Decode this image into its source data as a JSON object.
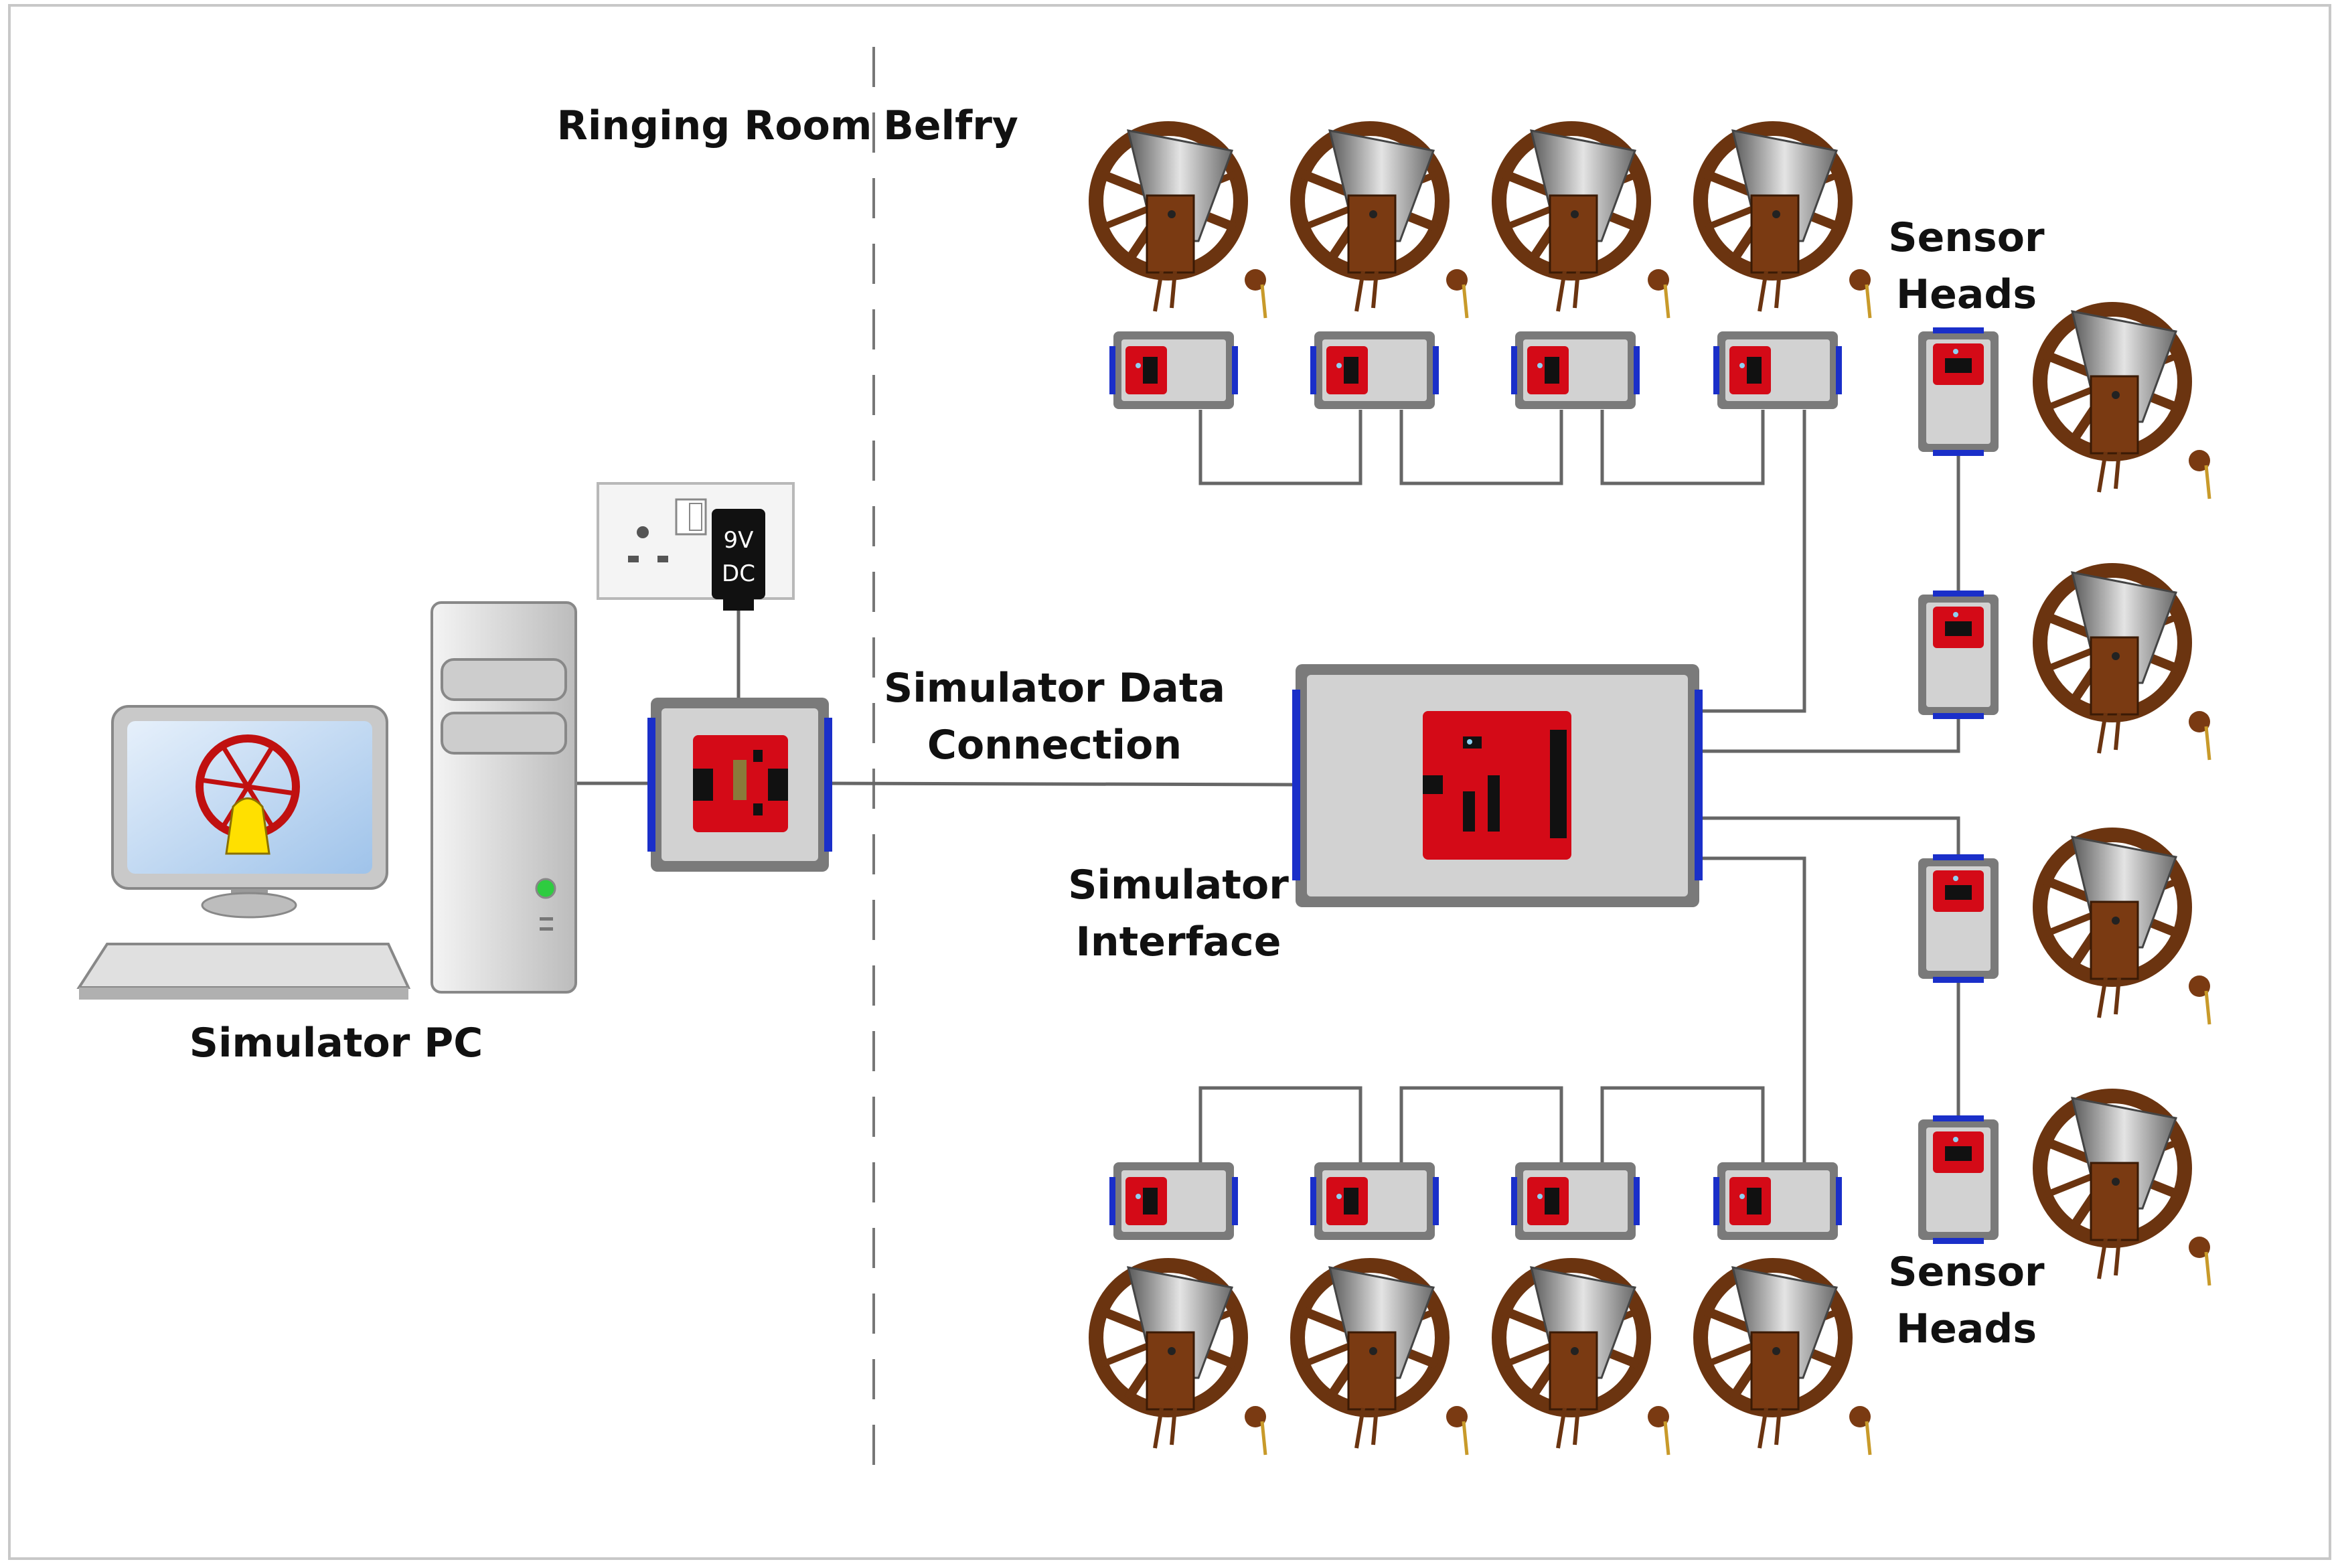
{
  "labels": {
    "ringing_room": "Ringing Room",
    "belfry": "Belfry",
    "sensor_heads_top_line1": "Sensor",
    "sensor_heads_top_line2": "Heads",
    "sensor_heads_bottom_line1": "Sensor",
    "sensor_heads_bottom_line2": "Heads",
    "data_connection_line1": "Simulator Data",
    "data_connection_line2": "Connection",
    "interface_line1": "Simulator",
    "interface_line2": "Interface",
    "simulator_pc": "Simulator PC",
    "power_line1": "9V",
    "power_line2": "DC"
  },
  "colors": {
    "sensor_red": "#d40a17",
    "module_grey": "#d2d2d2",
    "module_border": "#7a7a7a",
    "connector_blue": "#1a2fc9",
    "wheel_brown": "#6b3410",
    "bell_grey": "#9a9a9a",
    "wire": "#555555"
  },
  "icons": [
    "bell-wheel-icon",
    "sensor-head-icon",
    "wall-socket-icon",
    "computer-icon",
    "tower-pc-icon"
  ]
}
